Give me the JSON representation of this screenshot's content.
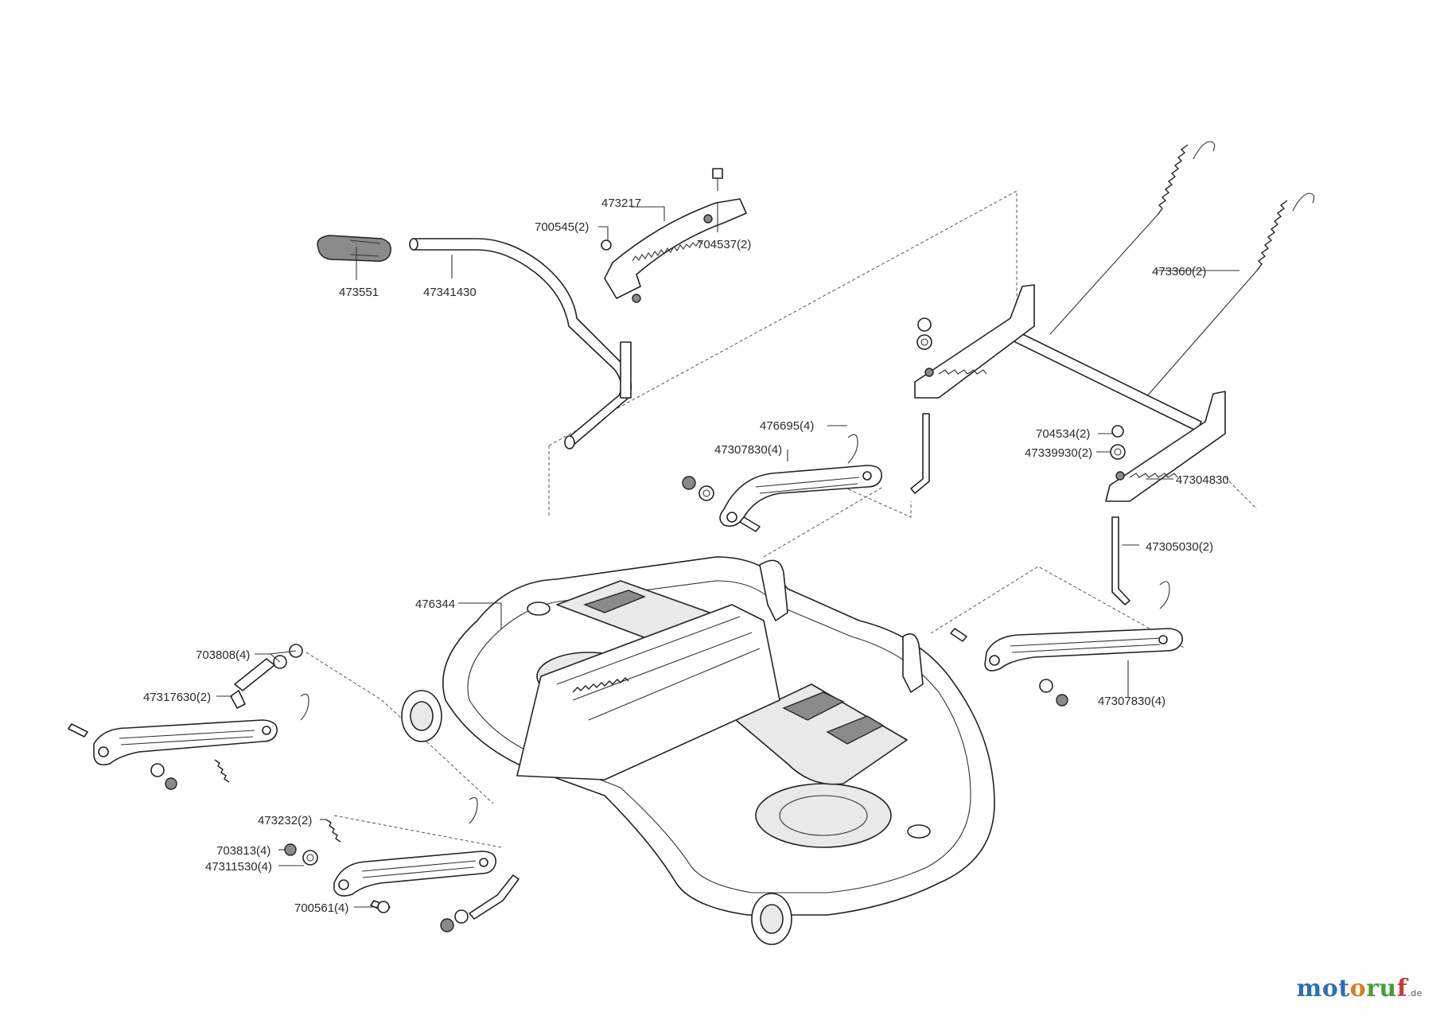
{
  "labels": {
    "p473551": "473551",
    "p47341430": "47341430",
    "p473217": "473217",
    "p700545": "700545(2)",
    "p704537": "704537(2)",
    "p473360": "473360(2)",
    "p476695": "476695(4)",
    "p47307830a": "47307830(4)",
    "p704534": "704534(2)",
    "p47339930": "47339930(2)",
    "p47304830": "47304830",
    "p47305030": "47305030(2)",
    "p476344": "476344",
    "p703808": "703808(4)",
    "p47317630": "47317630(2)",
    "p47307830b": "47307830(4)",
    "p473232": "473232(2)",
    "p703813": "703813(4)",
    "p47311530": "47311530(4)",
    "p700561": "700561(4)"
  },
  "logo": {
    "part1": "mot",
    "part2": "o",
    "part3": "ru",
    "part4": "f",
    "suffix": ".de"
  }
}
